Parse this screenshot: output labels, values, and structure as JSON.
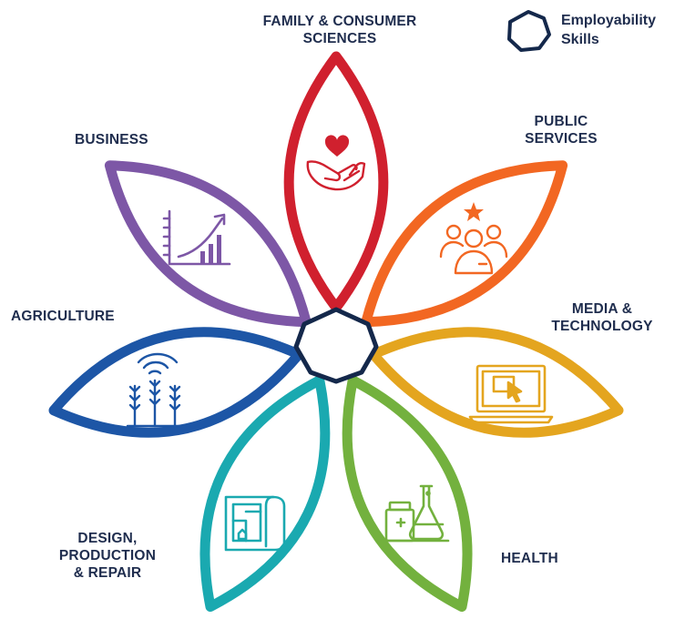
{
  "legend": {
    "label_line1": "Employability",
    "label_line2": "Skills",
    "color": "#14284b",
    "shape": "heptagon-outline"
  },
  "petals": [
    {
      "id": "family",
      "label_lines": [
        "FAMILY & CONSUMER",
        "SCIENCES"
      ],
      "color": "#d0202e",
      "icon": "heart-in-hand-icon"
    },
    {
      "id": "public",
      "label_lines": [
        "PUBLIC",
        "SERVICES"
      ],
      "color": "#f26722",
      "icon": "people-with-star-icon"
    },
    {
      "id": "media",
      "label_lines": [
        "MEDIA &",
        "TECHNOLOGY"
      ],
      "color": "#e4a51f",
      "icon": "laptop-cursor-icon"
    },
    {
      "id": "health",
      "label_lines": [
        "HEALTH"
      ],
      "color": "#73b13e",
      "icon": "medicine-flask-icon"
    },
    {
      "id": "design",
      "label_lines": [
        "DESIGN,",
        "PRODUCTION",
        "& REPAIR"
      ],
      "color": "#1aa9b0",
      "icon": "blueprint-icon"
    },
    {
      "id": "agriculture",
      "label_lines": [
        "AGRICULTURE"
      ],
      "color": "#1d56a6",
      "icon": "wheat-signal-icon"
    },
    {
      "id": "business",
      "label_lines": [
        "BUSINESS"
      ],
      "color": "#7d57a6",
      "icon": "growth-chart-icon"
    }
  ],
  "center": {
    "color": "#14284b",
    "shape": "heptagon-outline"
  }
}
